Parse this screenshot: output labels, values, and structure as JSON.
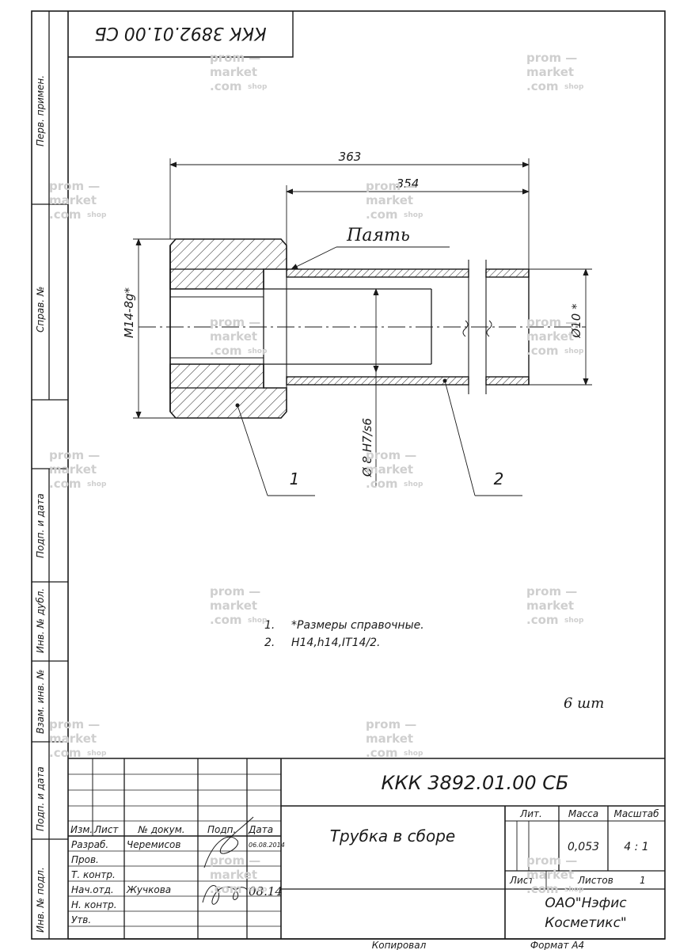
{
  "drawing": {
    "code_stamp_top": "ККК 3892.01.00 СБ",
    "code": "ККК 3892.01.00 СБ",
    "title": "Трубка в сборе",
    "company_line1": "ОАО\"Нэфис",
    "company_line2": "Косметикс\"",
    "copied_label": "Копировал",
    "format_label": "Формат А4",
    "quantity_note": "6 шт"
  },
  "dimensions": {
    "overall_length": "363",
    "tube_length": "354",
    "thread": "M14-8g*",
    "fit": "Ø 8 H7/s6",
    "tube_diameter": "Ø10 *",
    "solder": "Паять"
  },
  "callouts": {
    "part1": "1",
    "part2": "2"
  },
  "notes": [
    {
      "num": "1.",
      "text": "*Размеры справочные."
    },
    {
      "num": "2.",
      "text": "H14,h14,IT14/2."
    }
  ],
  "side_labels": {
    "perv_primen": "Перв. примен.",
    "sprav_no": "Справ. №",
    "podp_data_1": "Подп. и дата",
    "inv_dubl": "Инв. № дубл.",
    "vzam_inv": "Взам. инв. №",
    "podp_data_2": "Подп. и дата",
    "inv_podl": "Инв. № подл."
  },
  "title_block": {
    "headers": {
      "izm": "Изм.",
      "list": "Лист",
      "doc_no": "№ докум.",
      "podp": "Подп.",
      "data": "Дата",
      "lit": "Лит.",
      "massa": "Масса",
      "masshtab": "Масштаб",
      "list_label": "Лист",
      "listov_label": "Листов"
    },
    "roles": [
      "Разраб.",
      "Пров.",
      "Т. контр.",
      "Нач.отд.",
      "Н. контр.",
      "Утв."
    ],
    "razrab_name": "Черемисов",
    "nachotd_name": "Жучкова",
    "razrab_date": "06.08.2014",
    "nachotd_date": "08.14",
    "mass": "0,053",
    "scale": "4 : 1",
    "sheets_total": "1"
  },
  "watermark": {
    "line1": "prom —",
    "line2": "market",
    "line3": ".com",
    "suffix": "shop"
  }
}
